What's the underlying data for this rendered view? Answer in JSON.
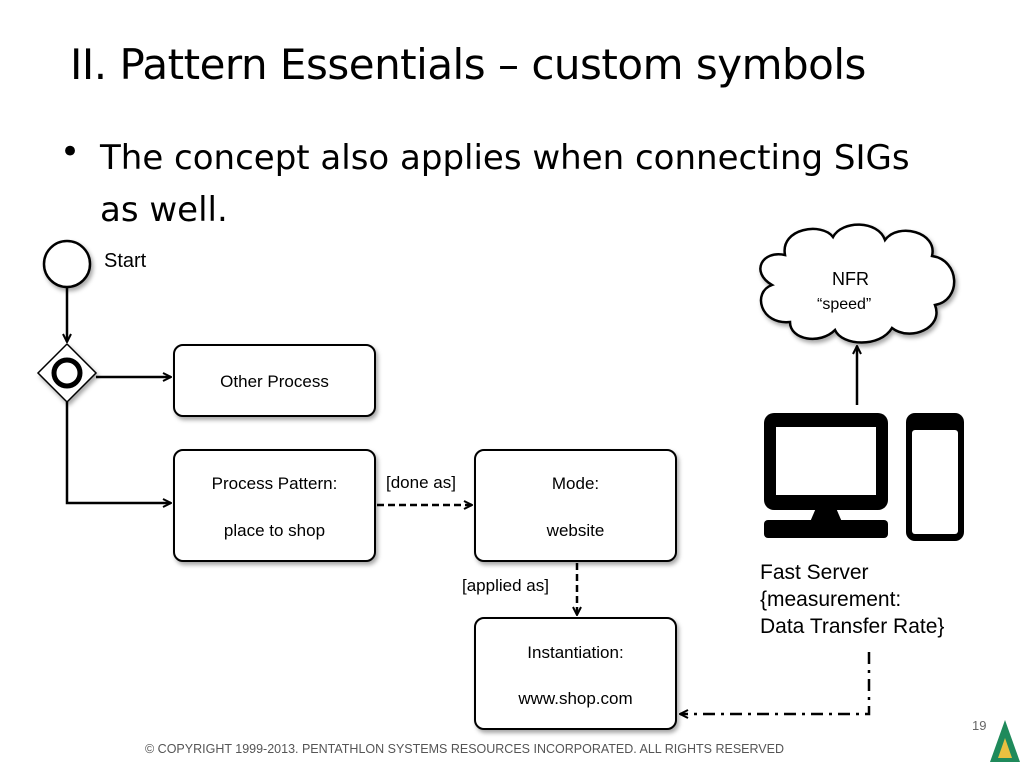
{
  "slide": {
    "title": "II. Pattern Essentials – custom symbols",
    "bullet": "The concept also applies when connecting SIGs as well.",
    "footer": "© COPYRIGHT 1999-2013. PENTATHLON SYSTEMS RESOURCES INCORPORATED. ALL RIGHTS RESERVED",
    "page_number": "19"
  },
  "diagram": {
    "start_label": "Start",
    "other_process": "Other Process",
    "process_pattern": {
      "line1": "Process Pattern:",
      "line2": "place to shop"
    },
    "done_as": "[done as]",
    "mode": {
      "line1": "Mode:",
      "line2": "website"
    },
    "applied_as": "[applied as]",
    "instantiation": {
      "line1": "Instantiation:",
      "line2": "www.shop.com"
    },
    "nfr": {
      "line1": "NFR",
      "line2": "“speed”"
    },
    "server": {
      "line1": "Fast Server",
      "line2": "{measurement:",
      "line3": "Data Transfer Rate}"
    }
  },
  "icons": [
    "start-event-circle-icon",
    "gateway-diamond-icon",
    "cloud-icon",
    "computer-monitor-icon",
    "server-tower-icon",
    "logo-icon"
  ]
}
